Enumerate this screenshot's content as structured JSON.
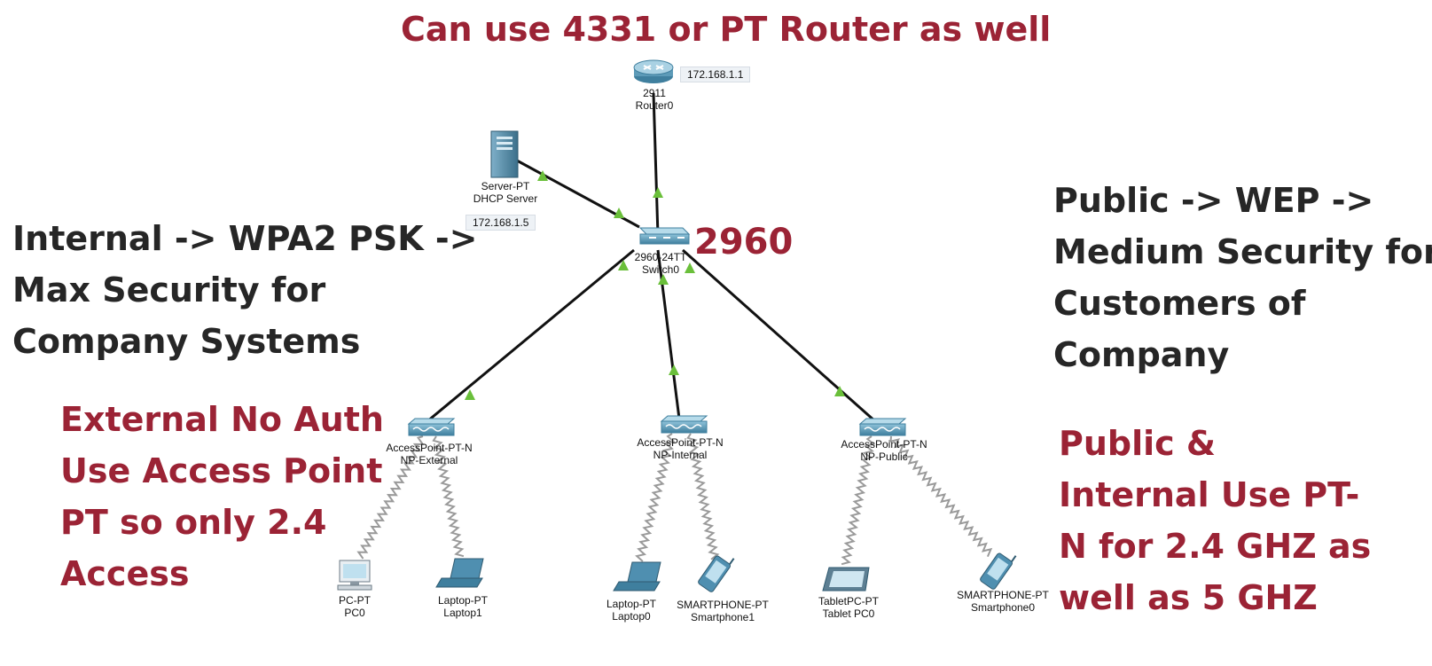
{
  "colors": {
    "annotation_red": "#9b2335",
    "annotation_dark": "#262626",
    "link": "#111111",
    "link_up_triangle": "#6abf3a",
    "device_blue": "#4f8fb0"
  },
  "title": "Can use 4331 or PT Router as well",
  "switch_model_callout": "2960",
  "router": {
    "line1": "2911",
    "line2": "Router0",
    "ip": "172.168.1.1",
    "icon": "router-icon"
  },
  "server": {
    "line1": "Server-PT",
    "line2": "DHCP Server",
    "ip": "172.168.1.5",
    "icon": "server-icon"
  },
  "switch": {
    "line1": "2960-24TT",
    "line2": "Switch0",
    "icon": "switch-icon"
  },
  "access_points": [
    {
      "line1": "AccessPoint-PT-N",
      "line2": "NP-External",
      "icon": "access-point-icon"
    },
    {
      "line1": "AccessPoint-PT-N",
      "line2": "NP-Internal",
      "icon": "access-point-icon"
    },
    {
      "line1": "AccessPoint-PT-N",
      "line2": "NP-Public",
      "icon": "access-point-icon"
    }
  ],
  "end_devices": [
    {
      "line1": "PC-PT",
      "line2": "PC0",
      "icon": "pc-icon"
    },
    {
      "line1": "Laptop-PT",
      "line2": "Laptop1",
      "icon": "laptop-icon"
    },
    {
      "line1": "Laptop-PT",
      "line2": "Laptop0",
      "icon": "laptop-icon"
    },
    {
      "line1": "SMARTPHONE-PT",
      "line2": "Smartphone1",
      "icon": "smartphone-icon"
    },
    {
      "line1": "TabletPC-PT",
      "line2": "Tablet PC0",
      "icon": "tablet-icon"
    },
    {
      "line1": "SMARTPHONE-PT",
      "line2": "Smartphone0",
      "icon": "smartphone-icon"
    }
  ],
  "notes": {
    "internal": [
      "Internal -> WPA2 PSK ->",
      "Max Security for",
      "Company Systems"
    ],
    "public": [
      "Public -> WEP ->",
      "Medium Security for",
      "Customers of",
      "Company"
    ],
    "external": [
      "External No Auth",
      "Use Access Point",
      "PT so only 2.4",
      "Access"
    ],
    "pt_n": [
      "Public  &",
      "Internal Use PT-",
      "N for 2.4 GHZ as",
      "well as 5 GHZ"
    ]
  }
}
